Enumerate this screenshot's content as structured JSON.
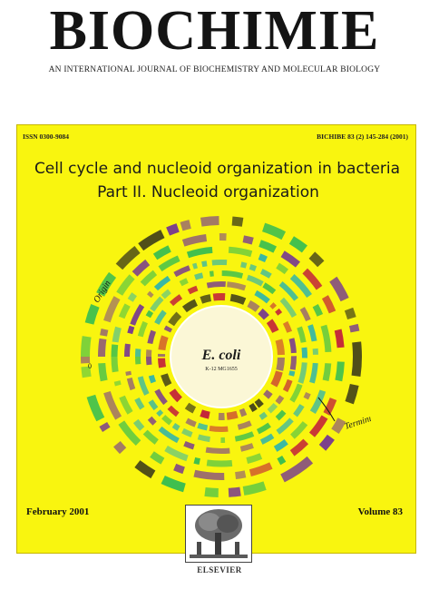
{
  "journal": {
    "title": "BIOCHIMIE",
    "subtitle": "AN INTERNATIONAL JOURNAL OF BIOCHEMISTRY AND MOLECULAR BIOLOGY"
  },
  "issue": {
    "issn": "ISSN 0300-9084",
    "coden": "BICHIBE 83 (2) 145-284 (2001)",
    "title_line1": "Cell cycle and nucleoid organization in bacteria",
    "title_line2": "Part II. Nucleoid organization",
    "date": "February 2001",
    "volume": "Volume 83"
  },
  "figure": {
    "center_label": "E. coli",
    "center_sublabel": "K-12 MG1655",
    "origin_label": "Origin",
    "terminus_label": "Terminus",
    "zero_label": "0"
  },
  "publisher": {
    "name": "ELSEVIER"
  },
  "colors": {
    "panel": "#f9f50f",
    "ring_green": "#3fbf4f",
    "ring_teal": "#36b7a6",
    "ring_purple": "#7b3f8d",
    "ring_red": "#c3253a",
    "ring_black": "#1c1c1c"
  }
}
